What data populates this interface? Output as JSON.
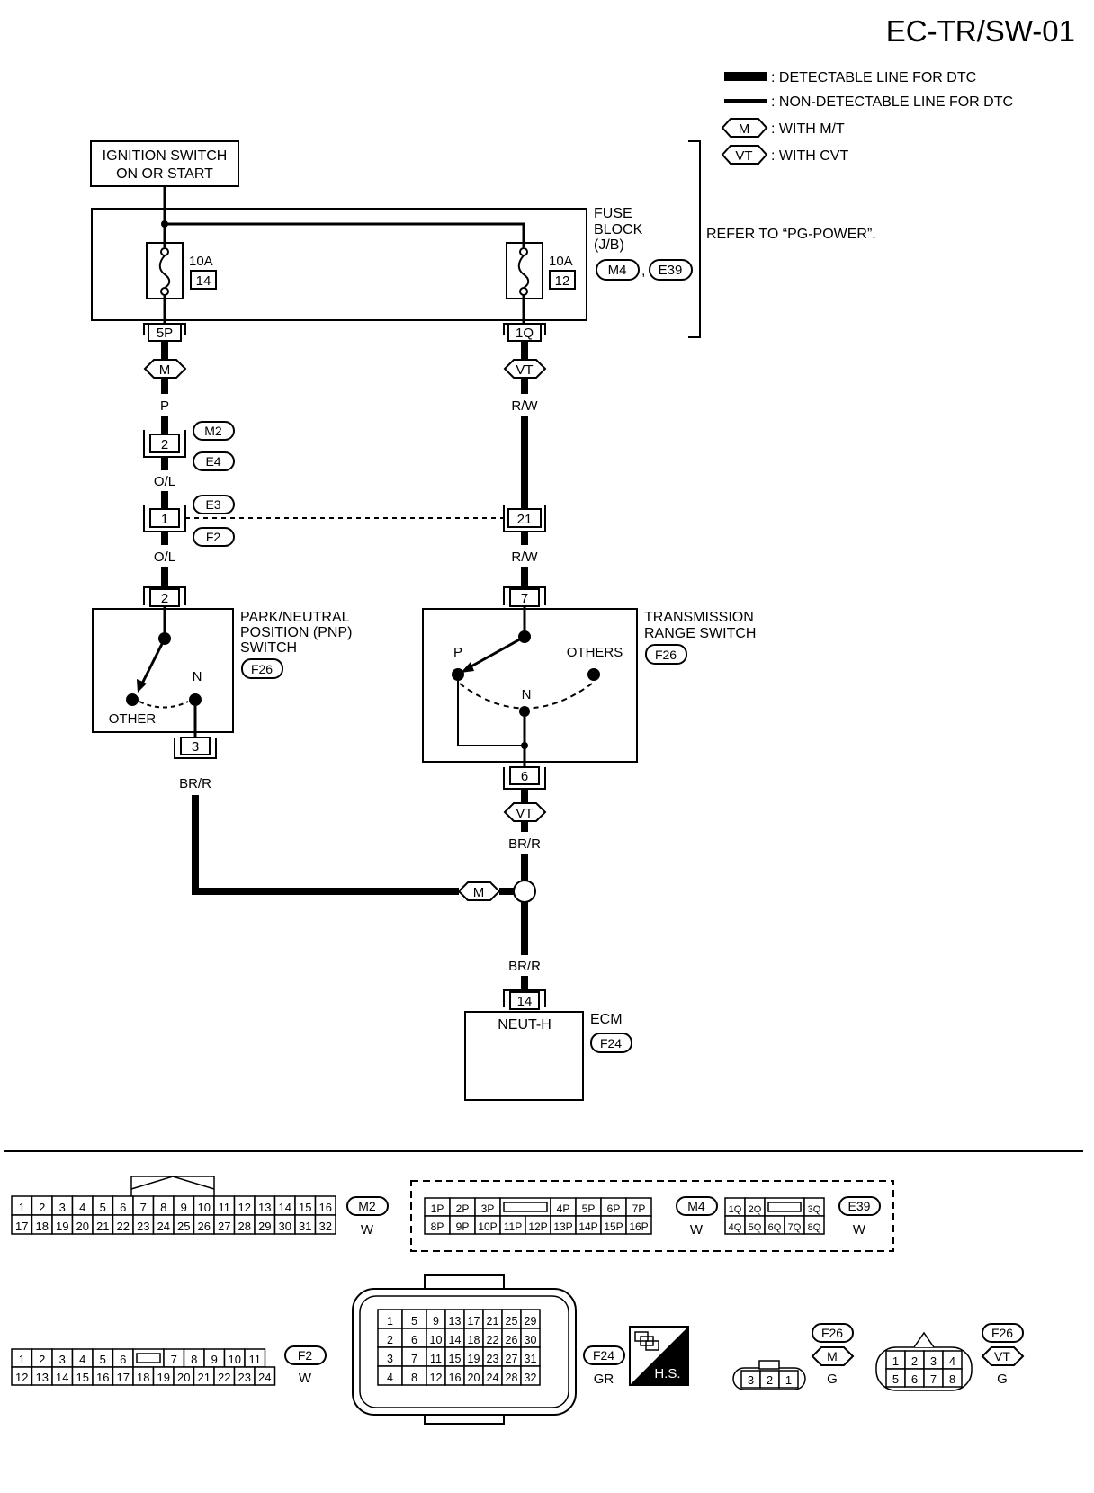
{
  "page_title": "EC-TR/SW-01",
  "legend": {
    "detectable": ": DETECTABLE LINE FOR DTC",
    "non_detectable": ": NON-DETECTABLE LINE FOR DTC",
    "mt_tag": "M",
    "mt_label": ": WITH M/T",
    "cvt_tag": "VT",
    "cvt_label": ": WITH CVT",
    "refer": "REFER TO “PG-POWER”."
  },
  "ignition": {
    "line1": "IGNITION SWITCH",
    "line2": "ON OR START"
  },
  "fuse_block": {
    "line1": "FUSE",
    "line2": "BLOCK",
    "line3": "(J/B)",
    "connector1": "M4",
    "separator": ",",
    "connector2": "E39",
    "fuse_left": {
      "rating": "10A",
      "number": "14",
      "terminal": "5P"
    },
    "fuse_right": {
      "rating": "10A",
      "number": "12",
      "terminal": "1Q"
    }
  },
  "left_branch": {
    "tag": "M",
    "wire1": "P",
    "joint1_pin": "2",
    "joint1_conn_top": "M2",
    "joint1_conn_bottom": "E4",
    "wire2": "O/L",
    "joint2_pin": "1",
    "joint2_conn_top": "E3",
    "joint2_conn_bottom": "F2",
    "wire3": "O/L",
    "wire4": "BR/R"
  },
  "right_branch": {
    "tag": "VT",
    "wire1": "R/W",
    "joint_pin": "21",
    "wire2": "R/W",
    "wire3": "BR/R",
    "tag_lower": "VT",
    "wire4": "BR/R"
  },
  "pnp_switch": {
    "line1": "PARK/NEUTRAL",
    "line2": "POSITION (PNP)",
    "line3": "SWITCH",
    "connector": "F26",
    "pin_in": "2",
    "pin_out": "3",
    "pos_n": "N",
    "pos_other": "OTHER"
  },
  "trs_switch": {
    "line1": "TRANSMISSION",
    "line2": "RANGE SWITCH",
    "connector": "F26",
    "pin_in": "7",
    "pin_out": "6",
    "pos_p": "P",
    "pos_n": "N",
    "pos_others": "OTHERS"
  },
  "splice_tag": "M",
  "ecm": {
    "label": "ECM",
    "connector": "F24",
    "pin": "14",
    "terminal": "NEUT-H"
  },
  "connectors": {
    "m2": {
      "name": "M2",
      "color": "W",
      "row1": [
        "1",
        "2",
        "3",
        "4",
        "5",
        "6",
        "7",
        "8",
        "9",
        "10",
        "11",
        "12",
        "13",
        "14",
        "15",
        "16"
      ],
      "row2": [
        "17",
        "18",
        "19",
        "20",
        "21",
        "22",
        "23",
        "24",
        "25",
        "26",
        "27",
        "28",
        "29",
        "30",
        "31",
        "32"
      ]
    },
    "m4": {
      "name": "M4",
      "color": "W",
      "row1a": [
        "1P",
        "2P",
        "3P"
      ],
      "row1b": [
        "4P",
        "5P",
        "6P",
        "7P"
      ],
      "row2": [
        "8P",
        "9P",
        "10P",
        "11P",
        "12P",
        "13P",
        "14P",
        "15P",
        "16P"
      ]
    },
    "e39": {
      "name": "E39",
      "color": "W",
      "row1a": [
        "1Q",
        "2Q"
      ],
      "row1b": [
        "3Q"
      ],
      "row2": [
        "4Q",
        "5Q",
        "6Q",
        "7Q",
        "8Q"
      ]
    },
    "f2": {
      "name": "F2",
      "color": "W",
      "row1a": [
        "1",
        "2",
        "3",
        "4",
        "5",
        "6"
      ],
      "row1b": [
        "7",
        "8",
        "9",
        "10",
        "11"
      ],
      "row2": [
        "12",
        "13",
        "14",
        "15",
        "16",
        "17",
        "18",
        "19",
        "20",
        "21",
        "22",
        "23",
        "24"
      ]
    },
    "f24": {
      "name": "F24",
      "color": "GR",
      "hs": "H.S.",
      "cols": [
        [
          "1",
          "2",
          "3",
          "4"
        ],
        [
          "5",
          "6",
          "7",
          "8"
        ],
        [
          "9",
          "10",
          "11",
          "12"
        ],
        [
          "13",
          "14",
          "15",
          "16"
        ],
        [
          "17",
          "18",
          "19",
          "20"
        ],
        [
          "21",
          "22",
          "23",
          "24"
        ],
        [
          "25",
          "26",
          "27",
          "28"
        ],
        [
          "29",
          "30",
          "31",
          "32"
        ]
      ]
    },
    "f26_mt": {
      "name": "F26",
      "tag": "M",
      "color": "G",
      "pins": [
        "3",
        "2",
        "1"
      ]
    },
    "f26_cvt": {
      "name": "F26",
      "tag": "VT",
      "color": "G",
      "row1": [
        "1",
        "2",
        "3",
        "4"
      ],
      "row2": [
        "5",
        "6",
        "7",
        "8"
      ]
    }
  }
}
